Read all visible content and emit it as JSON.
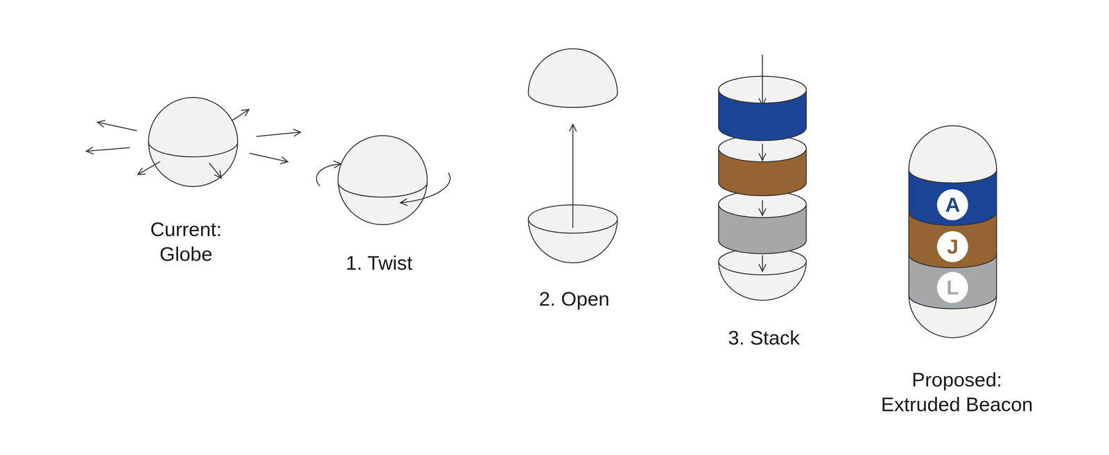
{
  "diagram": {
    "nodes": [
      {
        "text": [
          "A"
        ]
      },
      {
        "text": [
          "J"
        ]
      },
      {
        "text": [
          "L"
        ]
      }
    ],
    "labels": [
      "Current: Globe",
      "1. Twist",
      "2. Open",
      "3. Stack",
      "Proposed: Extruded Beacon"
    ]
  }
}
